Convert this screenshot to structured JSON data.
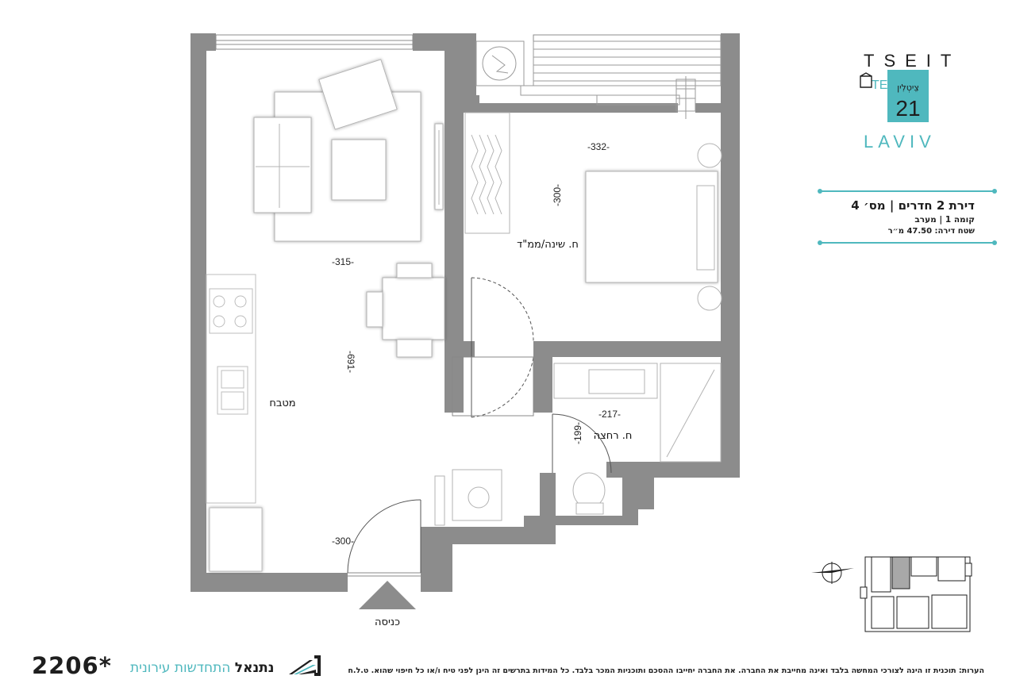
{
  "project": {
    "logo_letters_top": "TSEITLIN",
    "logo_word_bottom": "LAVIV",
    "logo_tel": "TEL",
    "logo_hebrew": "צֵיטְלִין",
    "logo_number": "21"
  },
  "unit": {
    "title": "דירת 2 חדרים | מס׳ 4",
    "floor_direction": "קומה 1 | מערב",
    "area": "שטח דירה: 47.50 מ״ר"
  },
  "rooms": {
    "bedroom": "ח. שינה/ממ\"ד",
    "kitchen": "מטבח",
    "bathroom": "ח. רחצה",
    "entrance": "כניסה"
  },
  "dimensions": {
    "living_width": "-315-",
    "living_depth": "-691-",
    "bedroom_width": "-332-",
    "bedroom_depth": "-300-",
    "bath_width": "-217-",
    "bath_depth": "-199-",
    "entry_width": "-300-"
  },
  "footer": {
    "plan_code": "2206*",
    "developer_blue": "התחדשות עירונית",
    "developer_black": "נתנאל",
    "notes": "הערות: תוכנית זו הינה לצורכי המחשה בלבד ואינה מחייבת את החברה. את החברה יחייבו ההסכם ותוכניות המכר בלבד. כל המידות בתרשים זה הינן לפני טיח ו/או כל חיפוי שהוא. ט.ל.ח"
  },
  "colors": {
    "wall": "#8c8c8c",
    "accent": "#4fb8be",
    "furniture": "#b3b3b3"
  }
}
